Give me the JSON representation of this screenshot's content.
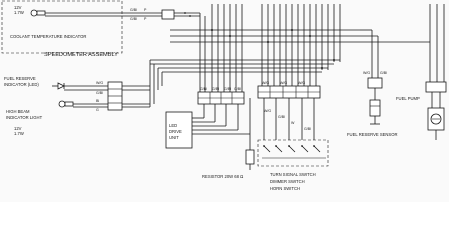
{
  "diagram": {
    "speedometer": {
      "bulb_rating": [
        "12V",
        "1.7W"
      ],
      "coolant_indicator": "COOLANT TEMPERATURE INDICATOR",
      "assembly": "SPEEDOMETER ASSEMBLY"
    },
    "fuel_reserve_indicator": [
      "FUEL RESERVE",
      "INDICATOR (LED)"
    ],
    "high_beam_indicator": {
      "label": [
        "HIGH BEAM",
        "INDICATOR LIGHT"
      ],
      "rating": [
        "12V",
        "1.7W"
      ]
    },
    "led_drive_unit": [
      "LED",
      "DRIVE",
      "UNIT"
    ],
    "resistor": "RESISTOR 20W 68 Ω",
    "switches": [
      "TURN SIGNAL SWITCH",
      "DIMMER SWITCH",
      "HORN SWITCH"
    ],
    "fuel_reserve_sensor": "FUEL RESERVE SENSOR",
    "fuel_pump": "FUEL PUMP",
    "wire_tags": {
      "coolant": [
        "G/Bl",
        "G/Bl"
      ],
      "coolant_pins": [
        "P",
        "P"
      ],
      "fuel_indicator": [
        "W/G",
        "W/G",
        "G/Bl",
        "G/Bl"
      ],
      "high_beam": [
        "Bl",
        "G"
      ],
      "connector_a": [
        "G/Bl",
        "G/Bl",
        "G/Bl",
        "G/Bl"
      ],
      "connector_b": [
        "W/G",
        "W/G",
        "W/G"
      ],
      "switch_side": [
        "W/G",
        "G/Bl",
        "W",
        "G/Bl"
      ],
      "sensor": [
        "W/G",
        "G/Bl"
      ]
    }
  }
}
